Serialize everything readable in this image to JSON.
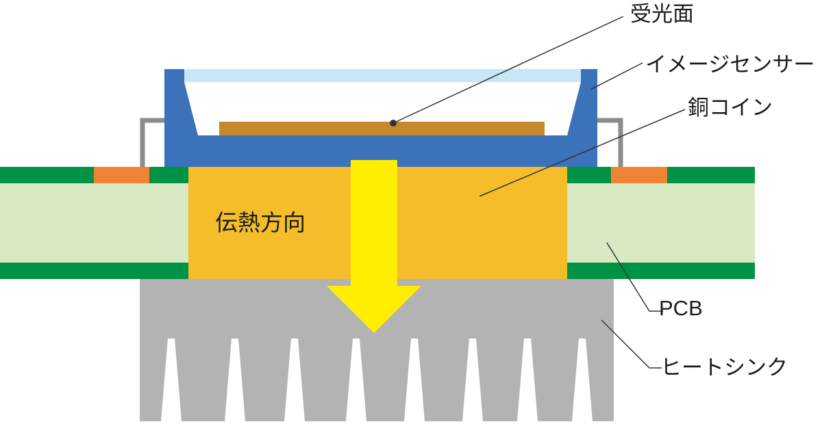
{
  "labels": {
    "light_receiving_surface": "受光面",
    "image_sensor": "イメージセンサー",
    "copper_coin": "銅コイン",
    "heat_direction": "伝熱方向",
    "pcb": "PCB",
    "heat_sink": "ヒートシンク"
  },
  "colors": {
    "sensor_package": "#3b72b9",
    "glass_cover": "#c7e6f6",
    "die": "#c18a2c",
    "copper_coin": "#f5bd2a",
    "pcb_outer_layer": "#009245",
    "pcb_core": "#d8e9c4",
    "solder_pad": "#ee8434",
    "lead_frame": "#8c8c8c",
    "heat_sink": "#b3b3b3",
    "heat_arrow": "#ffee00",
    "leader_line": "#333333"
  },
  "icons": {
    "heat_arrow": "arrow-down-icon"
  }
}
